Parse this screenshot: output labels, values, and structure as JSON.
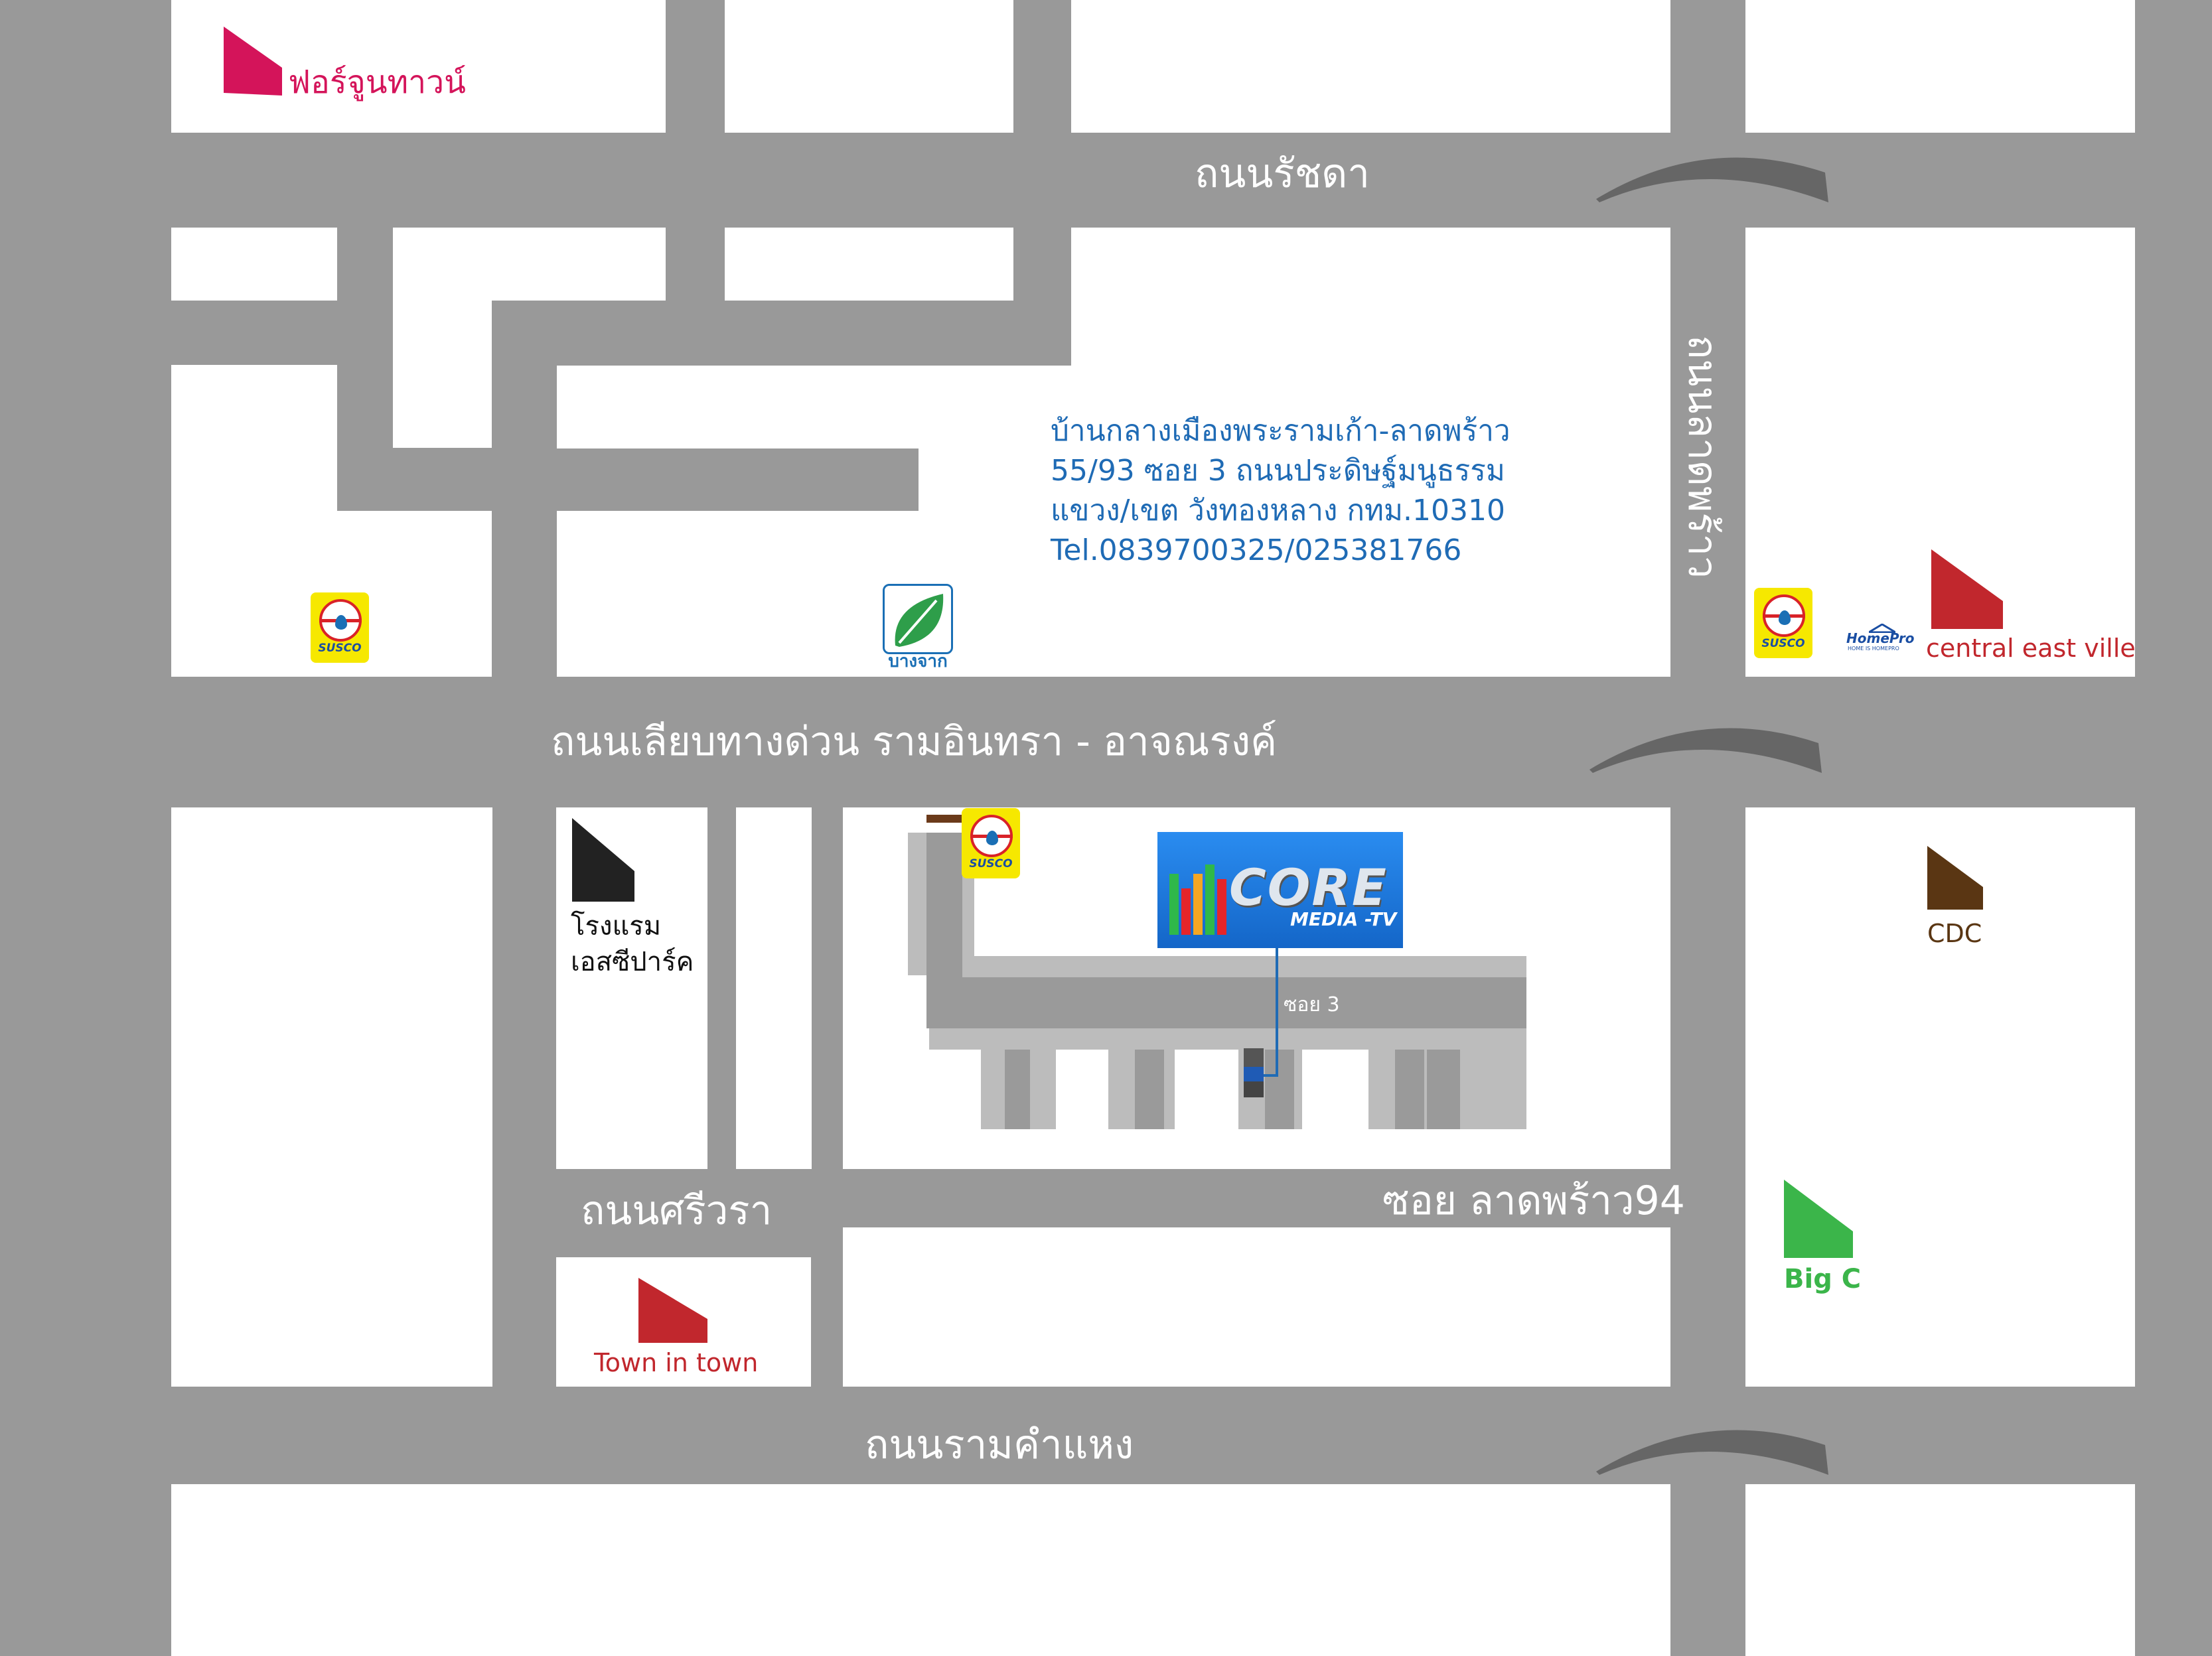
{
  "roads": {
    "ratchada": "ถนนรัชดา",
    "lat_phrao": "ถนนลาดพร้าว",
    "expressway": "ถนนเลียบทางด่วน รามอินทรา - อาจณรงค์",
    "sriwara": "ถนนศรีวรา",
    "soi_94": "ซอย ลาดพร้าว94",
    "ramkhamhaeng": "ถนนรามคำแหง",
    "soi_3": "ซอย 3"
  },
  "address": {
    "line1": "บ้านกลางเมืองพระรามเก้า-ลาดพร้าว",
    "line2": "55/93 ซอย 3 ถนนประดิษฐ์มนูธรรม",
    "line3": "แขวง/เขต วังทองหลาง กทม.10310",
    "line4": "Tel.0839700325/025381766"
  },
  "places": {
    "fortune_town": "ฟอร์จูนทาวน์",
    "hotel_line1": "โรงแรม",
    "hotel_line2": "เอสซีปาร์ค",
    "town_in_town": "Town in town",
    "central_east_ville": "central east ville",
    "cdc": "CDC",
    "big_c": "Big C"
  },
  "logos": {
    "susco": "SUSCO",
    "bangchak": "บางจาก",
    "homepro": "HomePro",
    "homepro_tagline": "HOME IS HOMEPRO",
    "core": "CORE",
    "core_sub": "MEDIA -TV"
  },
  "colors": {
    "road": "#999999",
    "block": "#ffffff",
    "road_label": "#ffffff",
    "address_text": "#1f6bb5",
    "fortune_town": "#d4145a",
    "town_in_town": "#c1272d",
    "central_east_ville": "#c1272d",
    "cdc": "#5a3613",
    "big_c": "#3bb54a",
    "hotel": "#222222",
    "bridge": "#666666"
  },
  "icons": {
    "gas_station": "susco-icon",
    "bangchak_station": "bangchak-leaf-icon",
    "landmark_marker": "wedge-marker-icon",
    "overpass": "bridge-arc-icon",
    "destination": "core-media-logo-icon"
  }
}
